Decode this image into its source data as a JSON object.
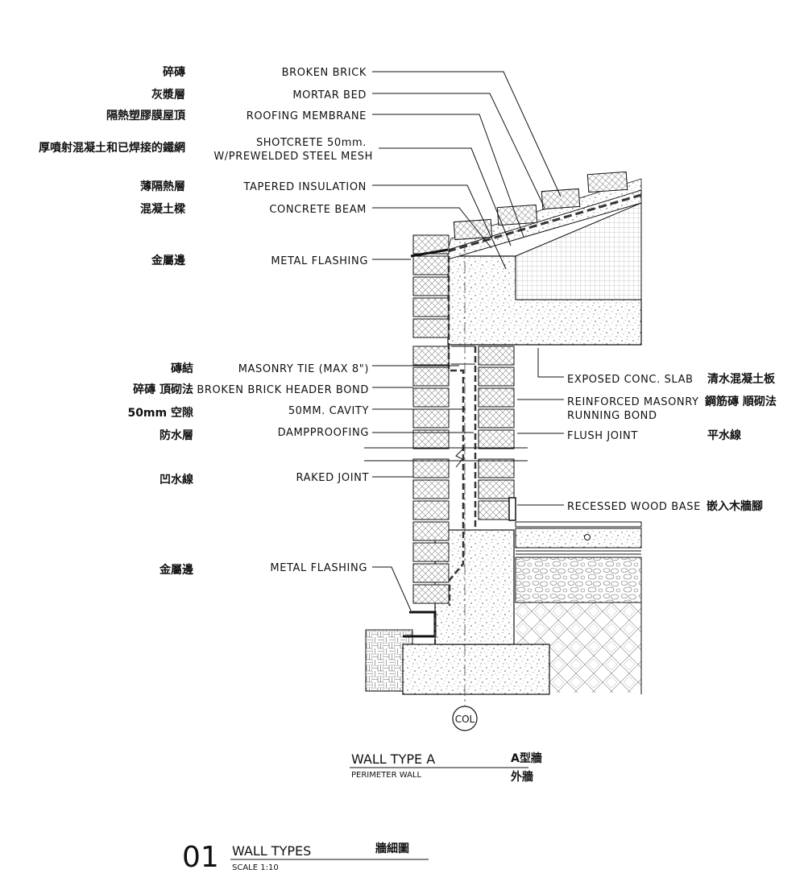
{
  "labels_left": [
    {
      "zh": "碎磚",
      "en": "BROKEN BRICK"
    },
    {
      "zh": "灰漿層",
      "en": "MORTAR BED"
    },
    {
      "zh": "隔熱塑膠膜屋頂",
      "en": "ROOFING MEMBRANE"
    },
    {
      "zh": "厚噴射混凝土和已焊接的鐵網",
      "en": "SHOTCRETE 50mm.",
      "en2": "W/PREWELDED STEEL MESH"
    },
    {
      "zh": "薄隔熱層",
      "en": "TAPERED INSULATION"
    },
    {
      "zh": "混凝土樑",
      "en": "CONCRETE BEAM"
    },
    {
      "zh": "金屬邊",
      "en": "METAL FLASHING"
    },
    {
      "zh": "磚結",
      "en": "MASONRY TIE (MAX 8\")"
    },
    {
      "zh": "碎磚 頂砌法",
      "en": "BROKEN BRICK HEADER BOND"
    },
    {
      "zh": "50mm 空隙",
      "en": "50MM. CAVITY"
    },
    {
      "zh": "防水層",
      "en": "DAMPPROOFING"
    },
    {
      "zh": "凹水線",
      "en": "RAKED JOINT"
    },
    {
      "zh": "金屬邊",
      "en": "METAL FLASHING"
    }
  ],
  "labels_right": [
    {
      "en": "EXPOSED CONC. SLAB",
      "zh": "清水混凝土板"
    },
    {
      "en": "REINFORCED MASONRY",
      "zh": "鋼筋磚 順砌法",
      "en2": "RUNNING BOND"
    },
    {
      "en": "FLUSH JOINT",
      "zh": "平水線"
    },
    {
      "en": "RECESSED WOOD BASE",
      "zh": "嵌入木牆腳"
    }
  ],
  "column_marker": "COL",
  "wall_title": {
    "en": "WALL TYPE A",
    "zh": "A型牆",
    "sub_en": "PERIMETER WALL",
    "sub_zh": "外牆"
  },
  "sheet_title": {
    "number": "01",
    "en": "WALL TYPES",
    "zh": "牆細圖",
    "scale": "SCALE 1:10"
  }
}
